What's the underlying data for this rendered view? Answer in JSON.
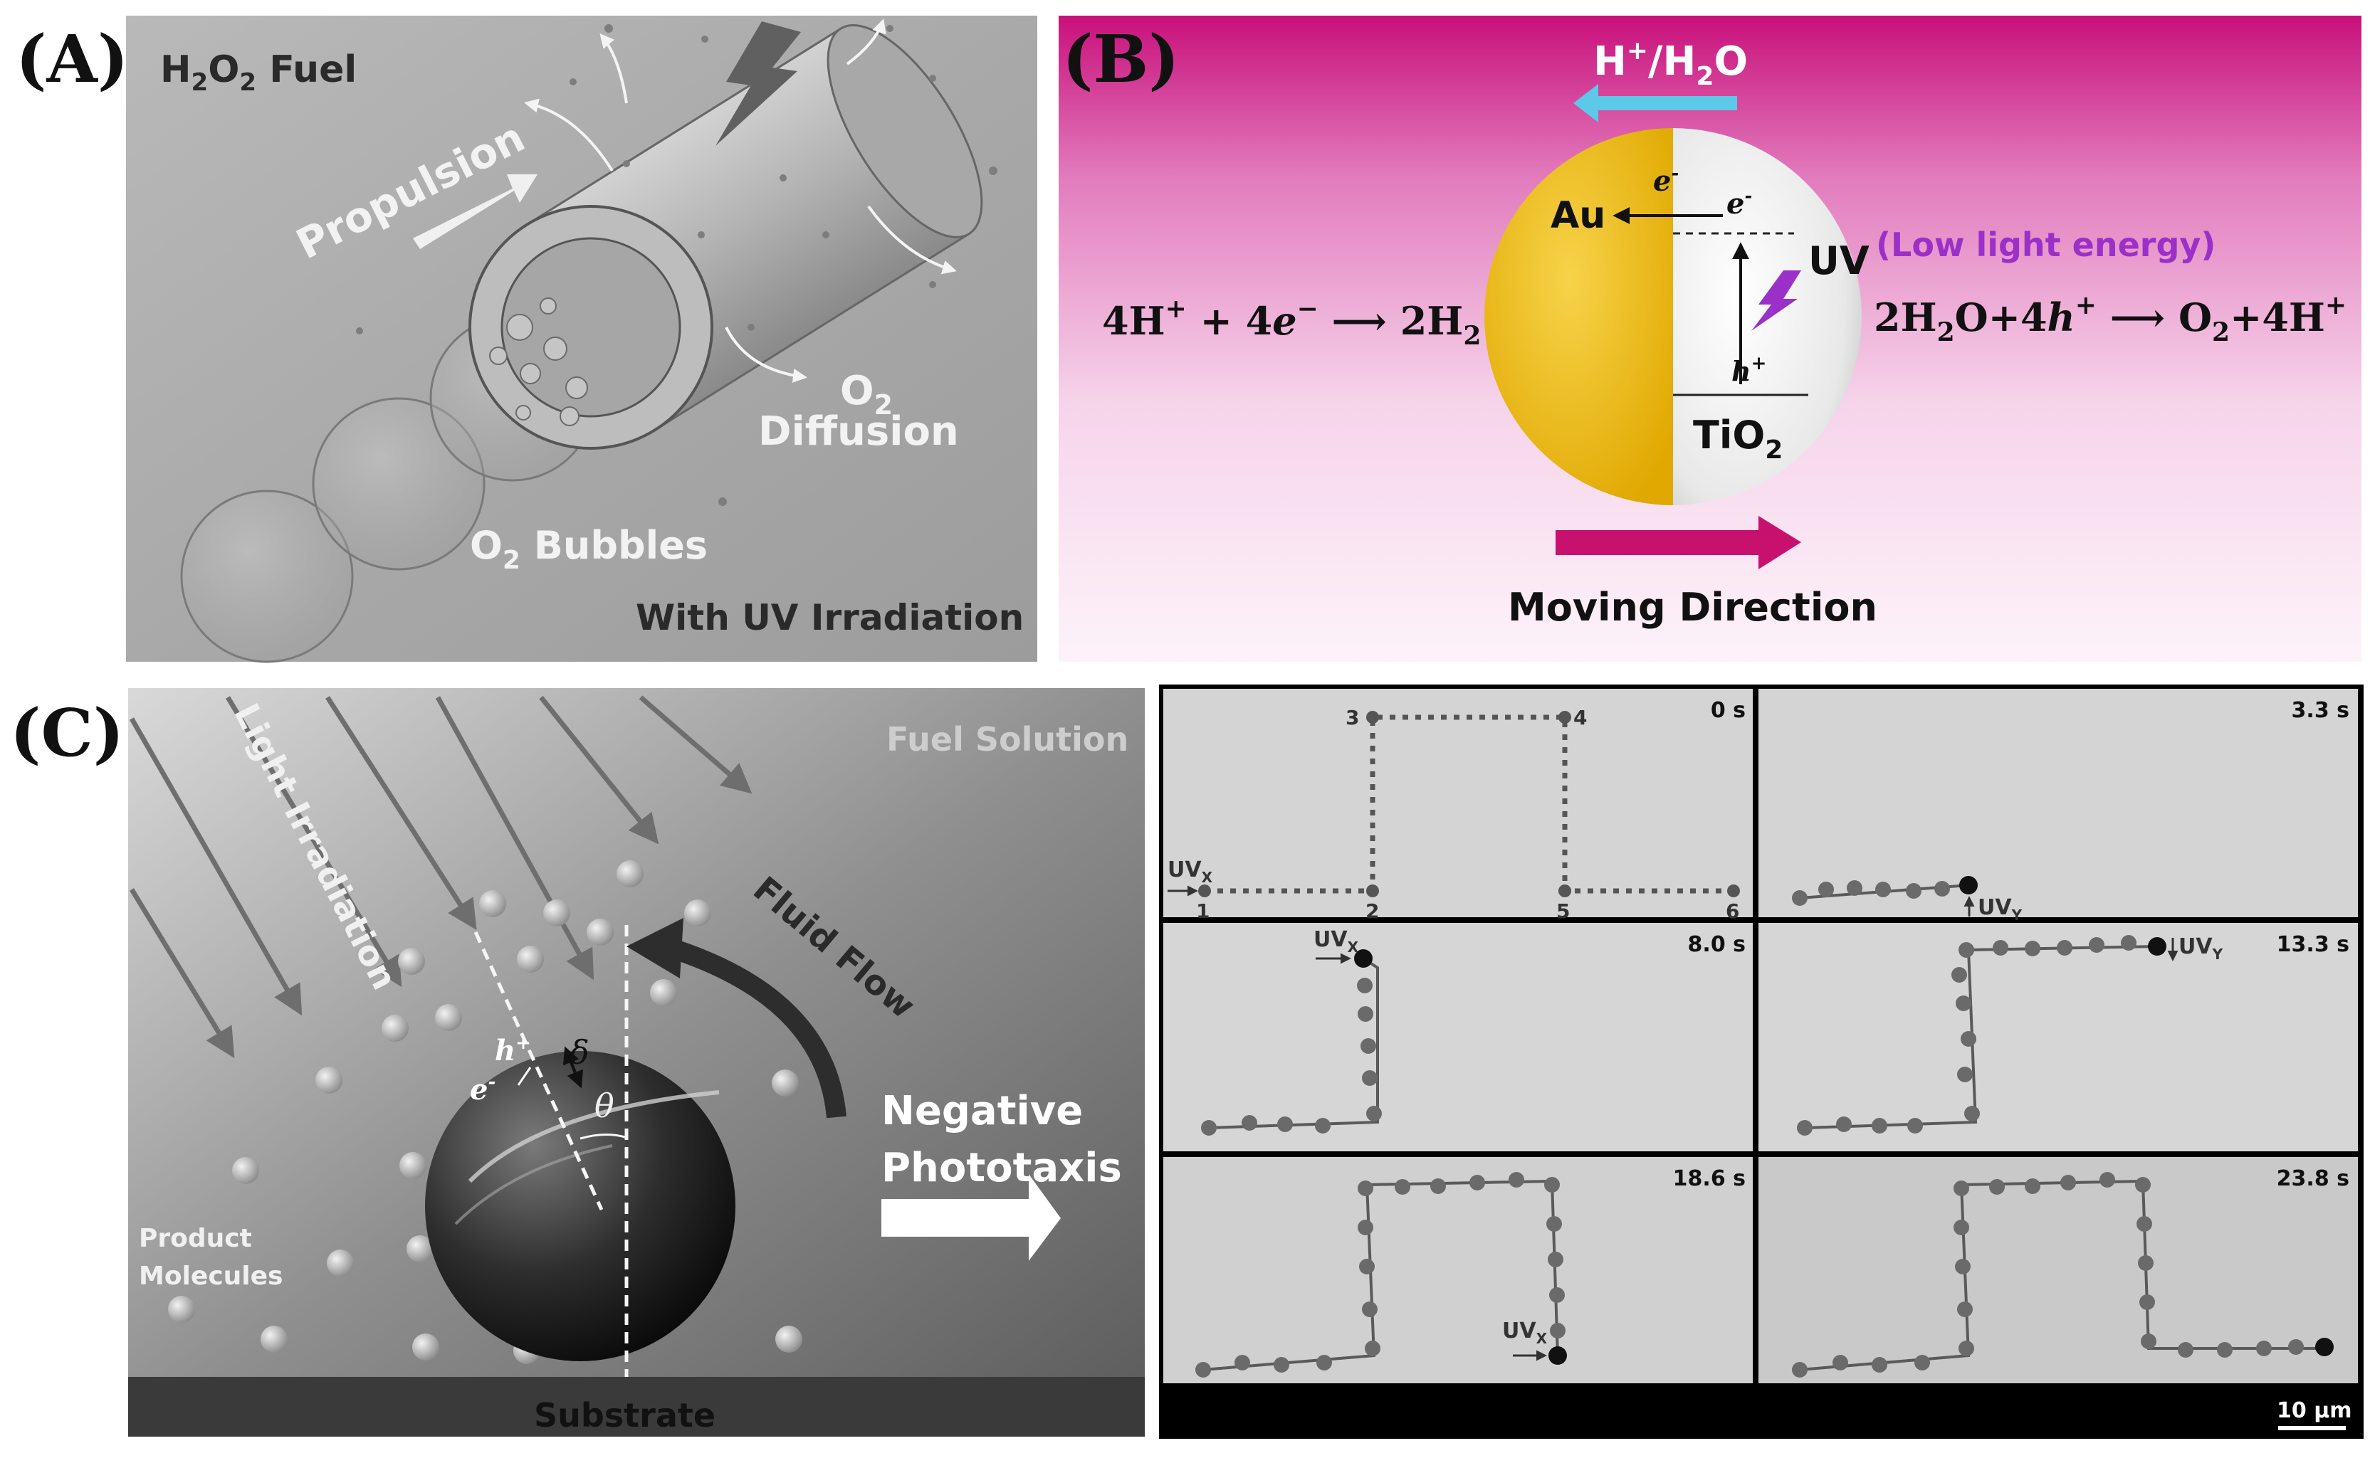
{
  "panel_a": {
    "label": "(A)",
    "fuel_main": "H",
    "fuel_sub1": "2",
    "fuel_mid": "O",
    "fuel_sub2": "2",
    "fuel_tail": " Fuel",
    "propulsion": "Propulsion",
    "o2_main": "O",
    "o2_sub": "2",
    "diffusion": "Diffusion",
    "bubbles_main": "O",
    "bubbles_sub": "2",
    "bubbles_tail": " Bubbles",
    "irradiation": "With UV Irradiation"
  },
  "panel_b": {
    "label": "(B)",
    "top_main": "H",
    "top_sup": "+",
    "top_tail": "/H",
    "top_sub": "2",
    "top_end": "O",
    "au": "Au",
    "e1_main": "e",
    "e1_sup": "-",
    "e2_main": "e",
    "e2_sup": "-",
    "uv": "UV",
    "low_light": "(Low light energy)",
    "h_main": "h",
    "h_sup": "+",
    "tio2_main": "TiO",
    "tio2_sub": "2",
    "left_eq": {
      "a": "4H",
      "a_sup": "+",
      "b": " + 4",
      "c": "e",
      "c_sup": "−",
      "arrow": " ⟶ ",
      "d": "2H",
      "d_sub": "2"
    },
    "right_eq": {
      "a": "2H",
      "a_sub": "2",
      "b": "O+4",
      "c": "h",
      "c_sup": "+",
      "arrow": " ⟶ ",
      "d": "O",
      "d_sub": "2",
      "e": "+4H",
      "e_sup": "+"
    },
    "moving": "Moving Direction",
    "colors": {
      "gold": "#e9b90a",
      "magenta": "#c8106e",
      "cyan": "#5ec8e8",
      "purple": "#9b30c8"
    }
  },
  "panel_c": {
    "label": "(C)",
    "light": "Light Irradiation",
    "fuel_solution": "Fuel Solution",
    "fluid_flow": "Fluid Flow",
    "h_main": "h",
    "h_sup": "+",
    "e_main": "e",
    "e_sup": "-",
    "delta": "δ",
    "theta": "θ",
    "negative": "Negative",
    "phototaxis": "Phototaxis",
    "product1": "Product",
    "product2": "Molecules",
    "substrate": "Substrate"
  },
  "frames": {
    "times": [
      "0 s",
      "3.3 s",
      "8.0 s",
      "13.3 s",
      "18.6 s",
      "23.8 s"
    ],
    "points": [
      "1",
      "2",
      "3",
      "4",
      "5",
      "6"
    ],
    "uvx_main": "UV",
    "uvx_sub": "X",
    "uvy_main": "UV",
    "uvy_sub": "Y",
    "scale": "10 µm"
  }
}
